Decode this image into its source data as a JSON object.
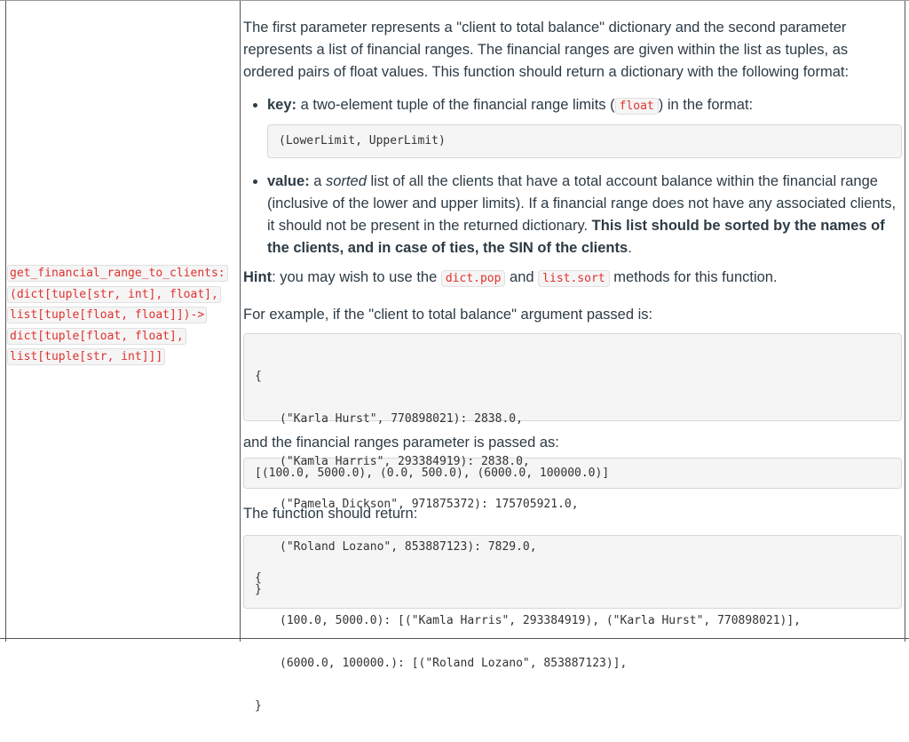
{
  "signature": {
    "lines": [
      "get_financial_range_to_clients:",
      "(dict[tuple[str, int], float],",
      "list[tuple[float, float]])->",
      "dict[tuple[float, float],",
      "list[tuple[str, int]]]"
    ]
  },
  "description": {
    "intro": "The first parameter represents a \"client to total balance\" dictionary and the second parameter represents a list of financial ranges. The financial ranges are given within the list as tuples, as ordered pairs of float values. This function should return a dictionary with the following format:",
    "key_label": "key:",
    "key_text_before": " a two-element tuple of the financial range limits (",
    "key_code": "float",
    "key_text_after": ") in the format:",
    "key_format": "(LowerLimit, UpperLimit)",
    "value_label": "value:",
    "value_text_a": " a ",
    "value_sorted": "sorted",
    "value_text_b": " list of all the clients that have a total account balance within the financial range (inclusive of the lower and upper limits). If a financial range does not have any associated clients, it should not be present in the returned dictionary. ",
    "value_bold": "This list should be sorted by the names of the clients, and in case of ties, the SIN of the clients",
    "value_end": ".",
    "hint_label": "Hint",
    "hint_text_a": ": you may wish to use the ",
    "hint_code1": "dict.pop",
    "hint_text_b": " and ",
    "hint_code2": "list.sort",
    "hint_text_c": " methods for this function.",
    "example_intro": "For example, if the \"client to total balance\" argument passed is:",
    "balance_example": {
      "open": "{",
      "lines": [
        "(\"Karla Hurst\", 770898021): 2838.0,",
        "(\"Kamla Harris\", 293384919): 2838.0,",
        "(\"Pamela Dickson\", 971875372): 175705921.0,",
        "(\"Roland Lozano\", 853887123): 7829.0,"
      ],
      "close": "}"
    },
    "ranges_intro": "and the financial ranges parameter is passed as:",
    "ranges_code": "[(100.0, 5000.0), (0.0, 500.0), (6000.0, 100000.0)]",
    "return_intro": "The function should return:",
    "return_example": {
      "open": "{",
      "lines": [
        "(100.0, 5000.0): [(\"Kamla Harris\", 293384919), (\"Karla Hurst\", 770898021)],",
        "(6000.0, 100000.): [(\"Roland Lozano\", 853887123)],"
      ],
      "close": "}"
    }
  }
}
